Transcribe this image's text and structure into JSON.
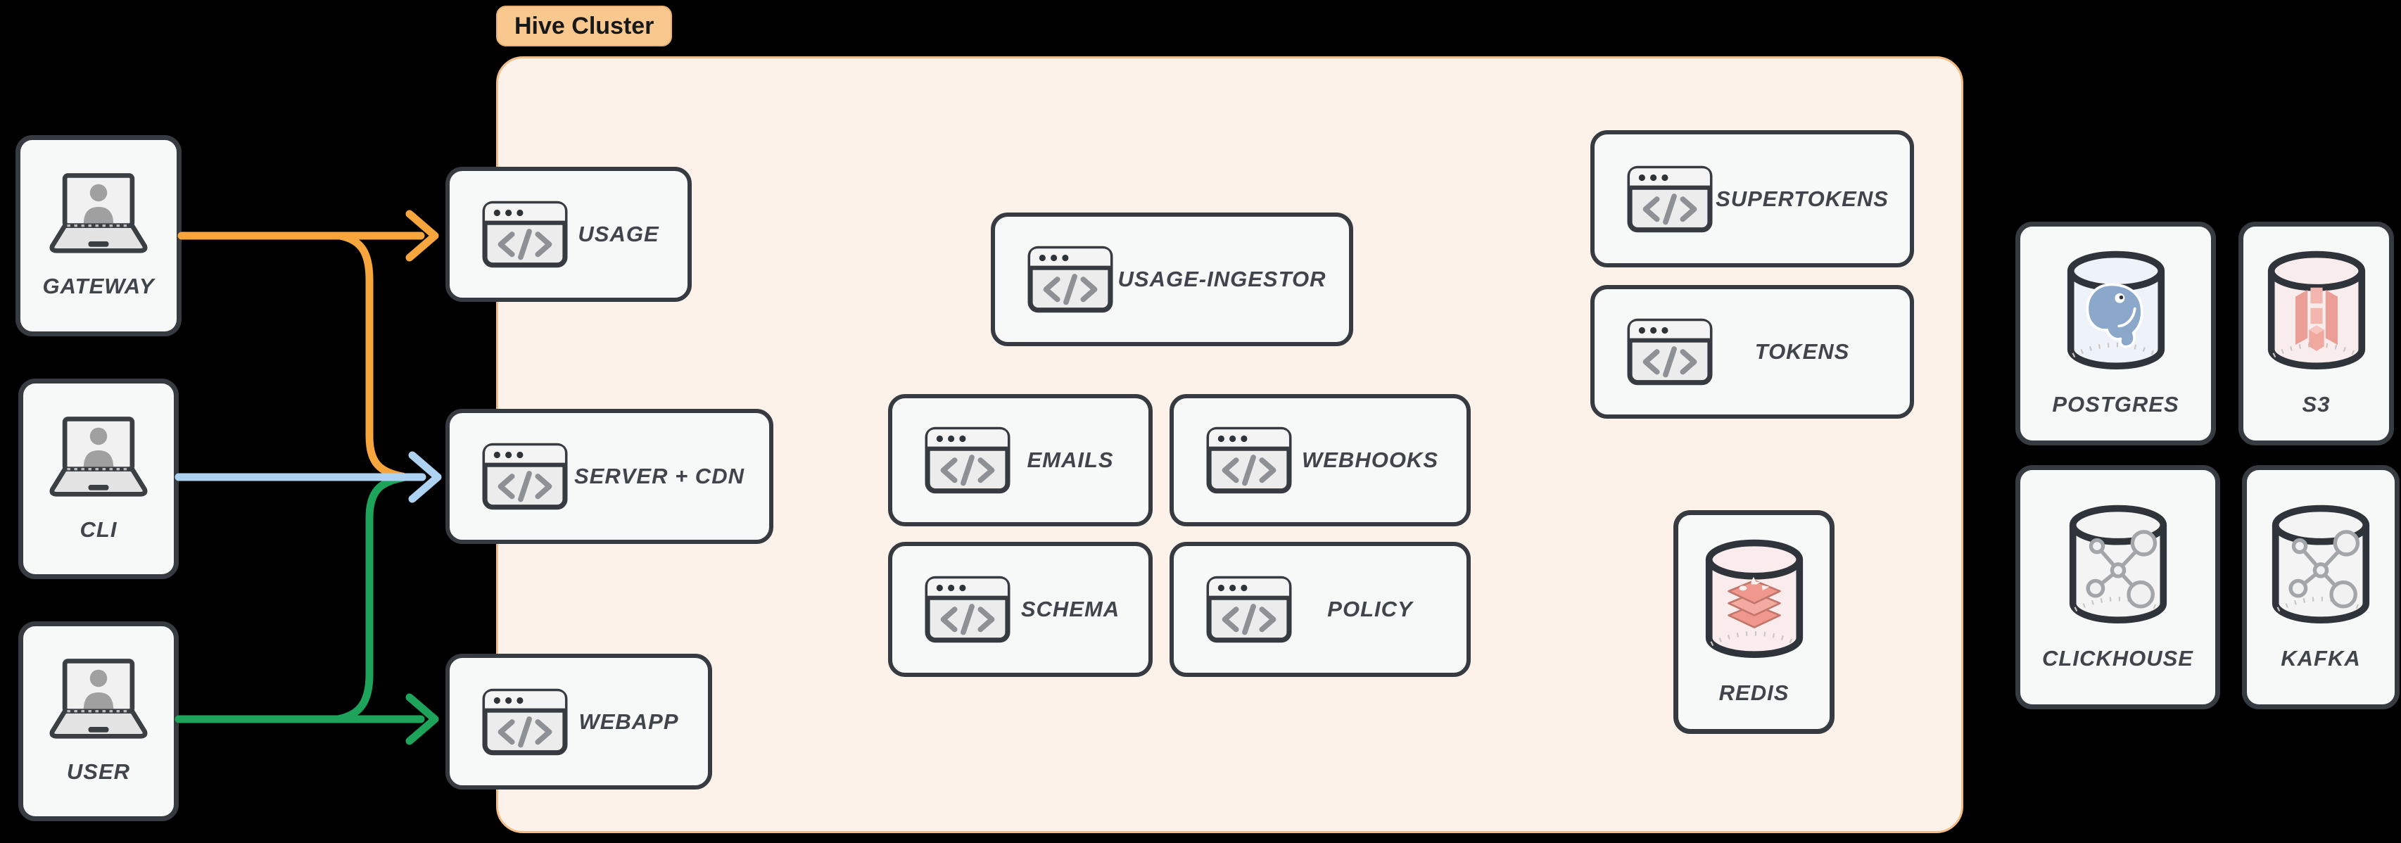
{
  "cluster": {
    "label": "Hive Cluster"
  },
  "actors": [
    {
      "id": "gateway",
      "label": "GATEWAY",
      "icon": "laptop-user-icon"
    },
    {
      "id": "cli",
      "label": "CLI",
      "icon": "laptop-user-icon"
    },
    {
      "id": "user",
      "label": "USER",
      "icon": "laptop-user-icon"
    }
  ],
  "services": [
    {
      "id": "usage",
      "label": "USAGE",
      "icon": "code-window-icon"
    },
    {
      "id": "server_cdn",
      "label": "SERVER + CDN",
      "icon": "code-window-icon"
    },
    {
      "id": "webapp",
      "label": "WEBAPP",
      "icon": "code-window-icon"
    },
    {
      "id": "usage_ingestor",
      "label": "USAGE-INGESTOR",
      "icon": "code-window-icon"
    },
    {
      "id": "emails",
      "label": "EMAILS",
      "icon": "code-window-icon"
    },
    {
      "id": "webhooks",
      "label": "WEBHOOKS",
      "icon": "code-window-icon"
    },
    {
      "id": "schema",
      "label": "SCHEMA",
      "icon": "code-window-icon"
    },
    {
      "id": "policy",
      "label": "POLICY",
      "icon": "code-window-icon"
    },
    {
      "id": "supertokens",
      "label": "SUPERTOKENS",
      "icon": "code-window-icon"
    },
    {
      "id": "tokens",
      "label": "TOKENS",
      "icon": "code-window-icon"
    },
    {
      "id": "redis",
      "label": "REDIS",
      "icon": "redis-db-icon"
    }
  ],
  "datastores": [
    {
      "id": "postgres",
      "label": "POSTGRES",
      "icon": "postgres-db-icon"
    },
    {
      "id": "s3",
      "label": "S3",
      "icon": "s3-db-icon"
    },
    {
      "id": "clickhouse",
      "label": "CLICKHOUSE",
      "icon": "db-network-icon"
    },
    {
      "id": "kafka",
      "label": "KAFKA",
      "icon": "db-network-icon"
    }
  ],
  "edges": [
    {
      "from": "GATEWAY",
      "to": "USAGE",
      "color": "#f6a63c"
    },
    {
      "from": "GATEWAY",
      "to": "SERVER + CDN",
      "color": "#f6a63c"
    },
    {
      "from": "CLI",
      "to": "SERVER + CDN",
      "color": "#aed3f2"
    },
    {
      "from": "USER",
      "to": "SERVER + CDN",
      "color": "#1ea35b"
    },
    {
      "from": "USER",
      "to": "WEBAPP",
      "color": "#1ea35b"
    }
  ],
  "colors": {
    "background": "#000000",
    "cluster_fill": "#fdf2e9",
    "cluster_border": "#f3bd88",
    "cluster_label_fill": "#f8c88f",
    "card_fill": "#f7f8f8",
    "card_border": "#363b41",
    "label_text": "#3f454b",
    "arrow_orange": "#f6a63c",
    "arrow_blue": "#aed3f2",
    "arrow_green": "#1ea35b"
  }
}
